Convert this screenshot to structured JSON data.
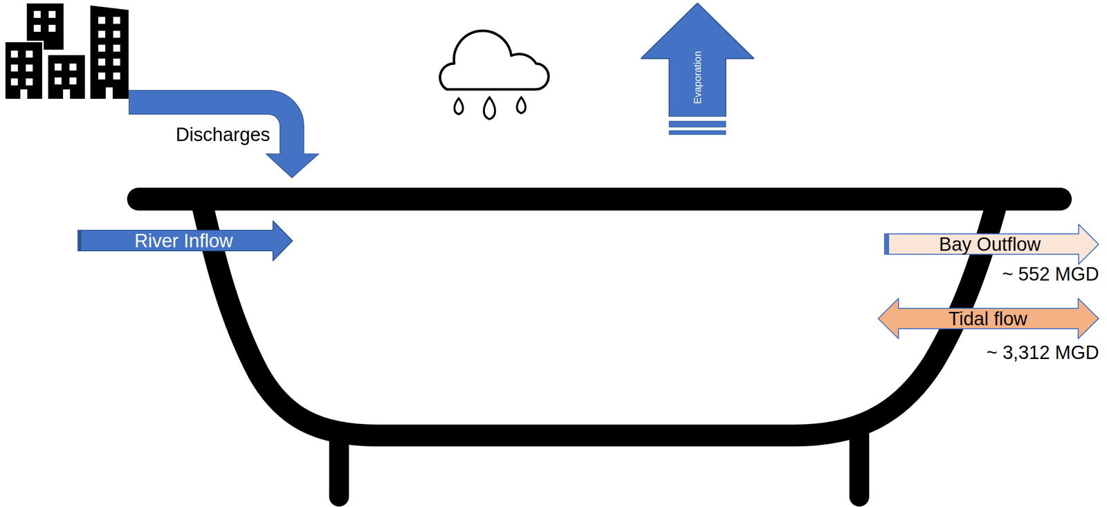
{
  "diagram": {
    "nodes": [
      {
        "text": [
          "Evaporation"
        ]
      },
      {
        "text": [
          "River Inflow"
        ]
      },
      {
        "text": [
          "Bay Outflow"
        ]
      },
      {
        "text": [
          "Tidal flow"
        ]
      }
    ],
    "labels": [
      "Discharges",
      "~ 552 MGD",
      "~ 3,312 MGD"
    ]
  }
}
